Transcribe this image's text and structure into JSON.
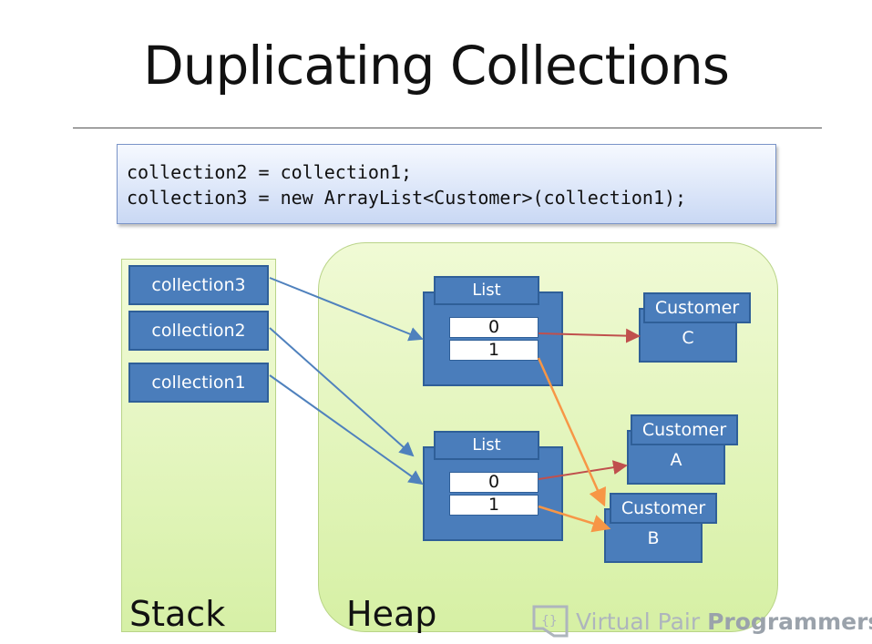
{
  "slide": {
    "title": "Duplicating Collections",
    "code_lines": [
      "collection2 = collection1;",
      "collection3 = new ArrayList<Customer>(collection1);"
    ]
  },
  "stack": {
    "label": "Stack",
    "variables": [
      "collection3",
      "collection2",
      "collection1"
    ]
  },
  "heap": {
    "label": "Heap",
    "lists": [
      {
        "label": "List",
        "slots": [
          "0",
          "1"
        ]
      },
      {
        "label": "List",
        "slots": [
          "0",
          "1"
        ]
      }
    ],
    "customers": [
      {
        "header": "Customer",
        "name": "C"
      },
      {
        "header": "Customer",
        "name": "A"
      },
      {
        "header": "Customer",
        "name": "B"
      }
    ]
  },
  "colors": {
    "box_fill": "#4a7dbb",
    "reference_arrow": "#4f81bd",
    "list0_arrow": "#c0504d",
    "list1_arrow": "#f79646"
  },
  "watermark": {
    "text_light": "Virtual Pair ",
    "text_bold": "Programmers",
    "icon": "vpp-logo-icon"
  }
}
